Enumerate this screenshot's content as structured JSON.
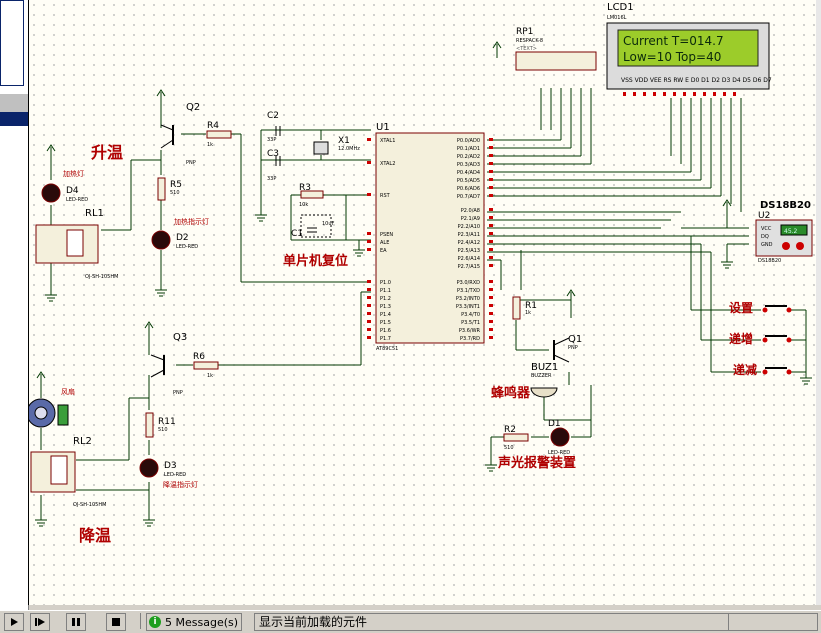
{
  "statusbar": {
    "messages_label": "5 Message(s)",
    "status_text": "显示当前加载的元件"
  },
  "components": {
    "lcd": {
      "ref": "LCD1",
      "part": "LM016L",
      "line1": "Current T=014.7",
      "line2": "Low=10  Top=40"
    },
    "rp1": {
      "ref": "RP1",
      "part": "RESPACK-8"
    },
    "u1": {
      "ref": "U1",
      "part": "AT89C51",
      "left_pins": [
        "XTAL1",
        "XTAL2",
        "RST",
        "PSEN",
        "ALE",
        "EA",
        "P1.0",
        "P1.1",
        "P1.2",
        "P1.3",
        "P1.4",
        "P1.5",
        "P1.6",
        "P1.7"
      ],
      "right_pins": [
        "P0.0/AD0",
        "P0.1/AD1",
        "P0.2/AD2",
        "P0.3/AD3",
        "P0.4/AD4",
        "P0.5/AD5",
        "P0.6/AD6",
        "P0.7/AD7",
        "P2.0/A8",
        "P2.1/A9",
        "P2.2/A10",
        "P2.3/A11",
        "P2.4/A12",
        "P2.5/A13",
        "P2.6/A14",
        "P2.7/A15",
        "P3.0/RXD",
        "P3.1/TXD",
        "P3.2/INT0",
        "P3.3/INT1",
        "P3.4/T0",
        "P3.5/T1",
        "P3.6/WR",
        "P3.7/RD"
      ]
    },
    "x1": {
      "ref": "X1",
      "value": "12.0MHz"
    },
    "c1": {
      "ref": "C1",
      "value": "10uF"
    },
    "c2": {
      "ref": "C2",
      "value": "33P"
    },
    "c3": {
      "ref": "C3",
      "value": "33P"
    },
    "r1": {
      "ref": "R1",
      "value": "1k"
    },
    "r2": {
      "ref": "R2",
      "value": "510"
    },
    "r3": {
      "ref": "R3",
      "value": "10k"
    },
    "r4": {
      "ref": "R4",
      "value": "1k"
    },
    "r5": {
      "ref": "R5",
      "value": "510"
    },
    "r6": {
      "ref": "R6",
      "value": "1k"
    },
    "r11": {
      "ref": "R11",
      "value": "510"
    },
    "q1": {
      "ref": "Q1",
      "type": "PNP"
    },
    "q2": {
      "ref": "Q2",
      "type": "PNP"
    },
    "q3": {
      "ref": "Q3",
      "type": "PNP"
    },
    "d1": {
      "ref": "D1",
      "part": "LED-RED"
    },
    "d2": {
      "ref": "D2",
      "part": "LED-RED"
    },
    "d3": {
      "ref": "D3",
      "part": "LED-RED"
    },
    "d4": {
      "ref": "D4",
      "part": "LED-RED"
    },
    "rl1": {
      "ref": "RL1",
      "part": "OJ-SH-105HM"
    },
    "rl2": {
      "ref": "RL2",
      "part": "OJ-SH-105HM"
    },
    "buz1": {
      "ref": "BUZ1",
      "part": "BUZZER"
    },
    "u2": {
      "ref": "U2",
      "part": "DS18B20",
      "title": "DS18B20",
      "display": "45.2",
      "pins": [
        "VCC",
        "DQ",
        "GND"
      ]
    },
    "text_placeholder": "<TEXT>"
  },
  "annotations": {
    "heat_up": "升温",
    "cool_down": "降温",
    "mcu_reset": "单片机复位",
    "buzzer": "蜂鸣器",
    "alarm": "声光报警装置",
    "fan": "风扇",
    "heater_lamp": "加热灯",
    "heat_indicator": "加热指示灯",
    "cool_indicator": "降温指示灯",
    "btn_set": "设置",
    "btn_inc": "递增",
    "btn_dec": "递减"
  },
  "colors": {
    "wire": "#003800",
    "component": "#7a0000",
    "label_red": "#b00000",
    "lcd_bg": "#9ccc2a",
    "pin": "#cc0000"
  }
}
